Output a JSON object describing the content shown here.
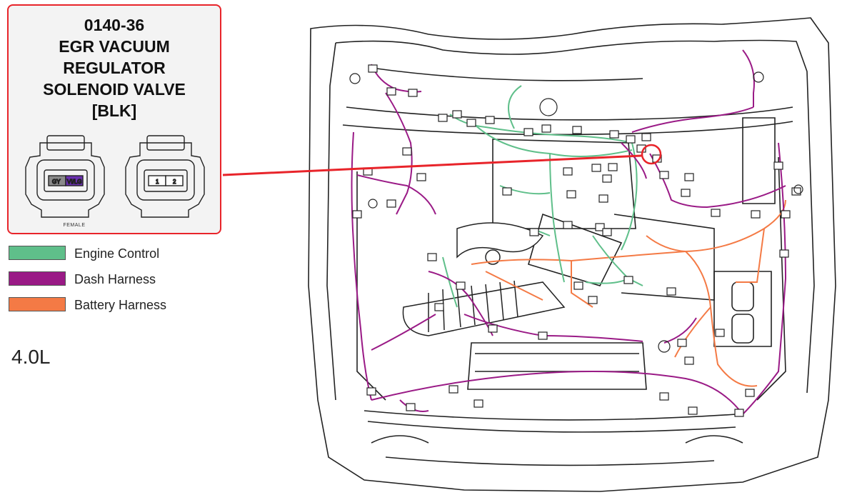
{
  "callout": {
    "title_lines": [
      "0140-36",
      "EGR VACUUM",
      "REGULATOR",
      "SOLENOID VALVE",
      "[BLK]"
    ],
    "pin_labels_left": [
      "GY",
      "VI/LG"
    ],
    "pin_labels_right": [
      "1",
      "2"
    ],
    "pin_colors": [
      "#8a8a8a",
      "#6a2fb0"
    ],
    "connector_label": "FEMALE",
    "accent_color": "#e8242a"
  },
  "legend": {
    "items": [
      {
        "label": "Engine Control",
        "color": "#5fbf8a"
      },
      {
        "label": "Dash Harness",
        "color": "#9a1a86"
      },
      {
        "label": "Battery Harness",
        "color": "#f47a45"
      }
    ]
  },
  "engine_size": "4.0L"
}
